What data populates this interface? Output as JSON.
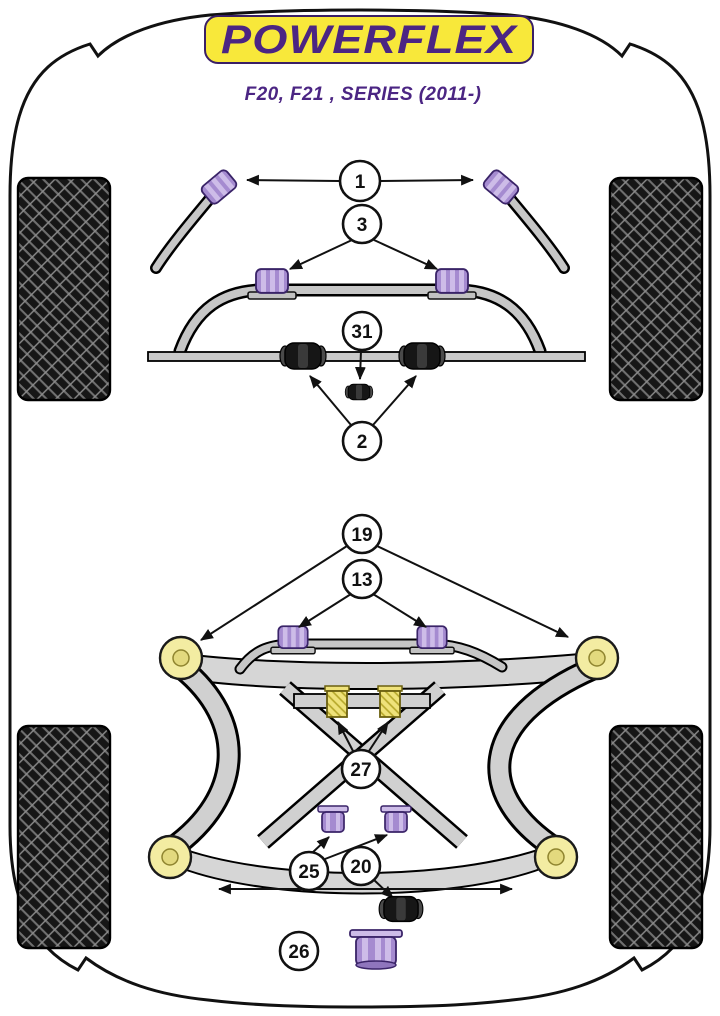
{
  "logo": {
    "text": "POWERFLEX"
  },
  "header": {
    "subtitle": "F20, F21 , SERIES (2011-)"
  },
  "callouts": [
    {
      "label": "1"
    },
    {
      "label": "3"
    },
    {
      "label": "31"
    },
    {
      "label": "2"
    },
    {
      "label": "19"
    },
    {
      "label": "13"
    },
    {
      "label": "27"
    },
    {
      "label": "25"
    },
    {
      "label": "20"
    },
    {
      "label": "26"
    }
  ],
  "colors": {
    "brand_purple": "#4B2583",
    "logo_yellow": "#F8E83A",
    "bush_purple": "#A58BD0",
    "bush_purple_light": "#CDBCE8",
    "insert_yellow": "#EFE27A",
    "mount_yellow": "#F3ECA2",
    "metal_grey": "#C6C6C6",
    "outline_black": "#111111"
  }
}
